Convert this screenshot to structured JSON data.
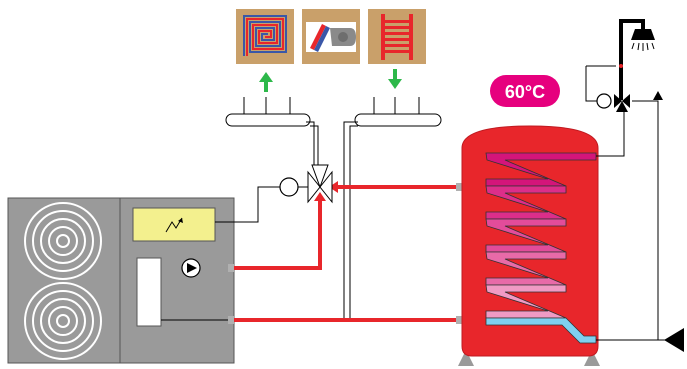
{
  "temperature_badge": {
    "label": "60°C",
    "color": "#e6007e"
  },
  "colors": {
    "supply_pipe": "#e8262b",
    "tank_body": "#e8262b",
    "coil_hot": "#d4157a",
    "coil_mid": "#e86aa8",
    "coil_cold": "#7fd0f0",
    "heat_pump_body": "#9a9a9a",
    "controller_panel": "#f3f08e",
    "distributor_arrow_up": "#2db84a",
    "distributor_arrow_down": "#2db84a",
    "emitter_background": "#c9a06a"
  },
  "emitters": [
    {
      "icon": "underfloor-heating-icon"
    },
    {
      "icon": "fan-coil-icon"
    },
    {
      "icon": "towel-radiator-icon"
    }
  ],
  "components": {
    "heat_pump": "heat-pump-unit",
    "storage_tank": "hot-water-storage-tank",
    "shower": "shower-head-icon",
    "circulation_pump": "circulation-pump-icon",
    "three_way_valve": "three-way-valve-icon",
    "mixing_valve": "thermostatic-mixing-valve-icon"
  }
}
